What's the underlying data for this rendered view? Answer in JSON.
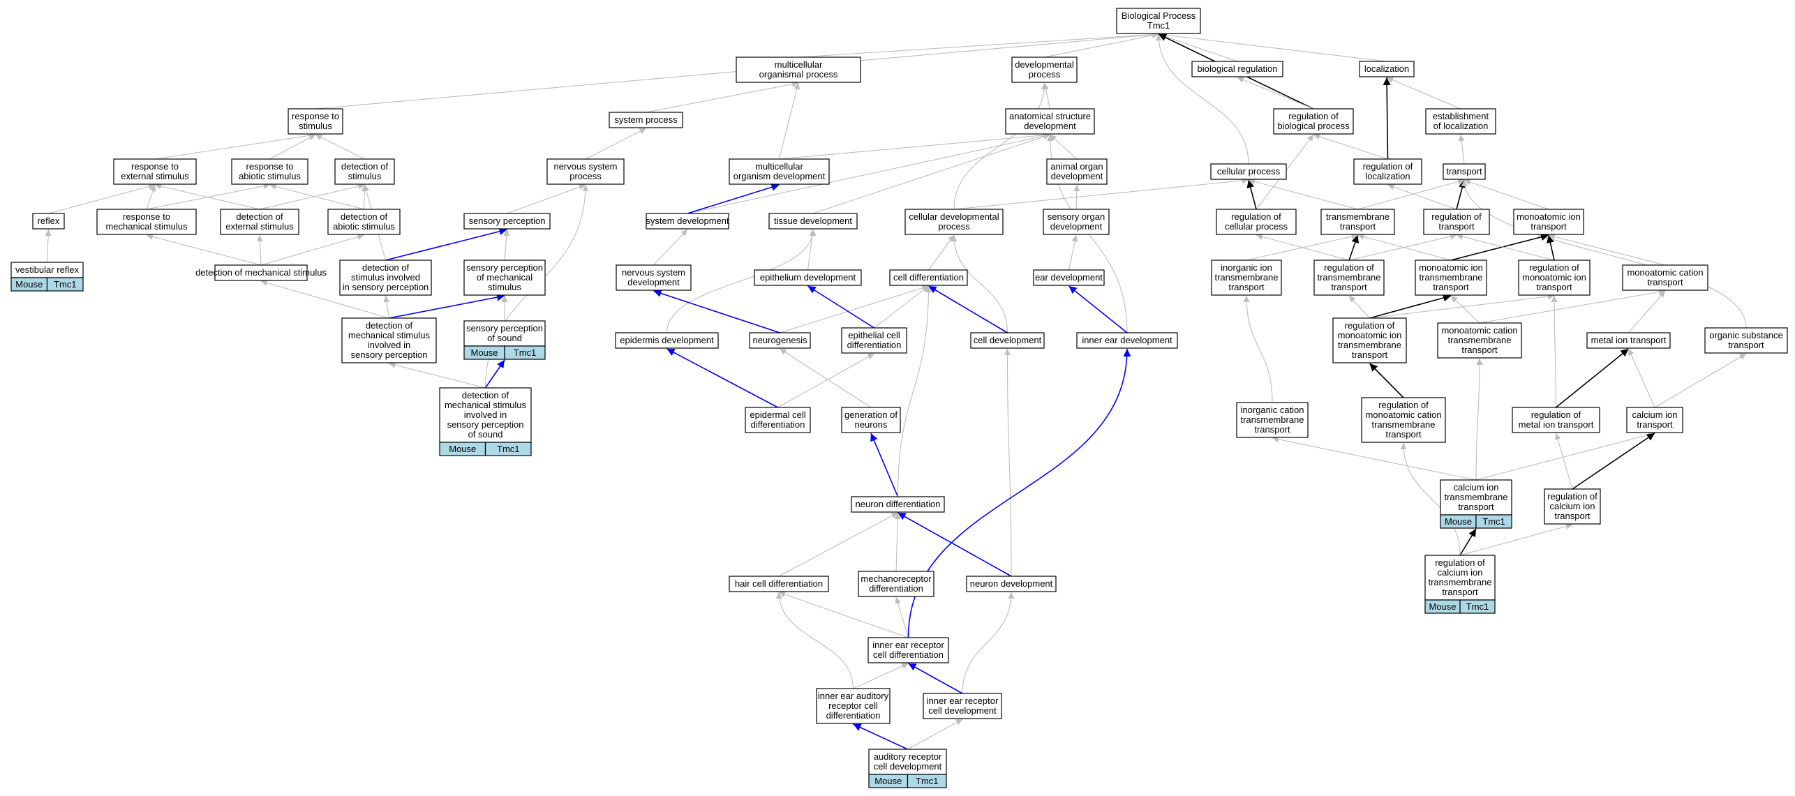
{
  "colors": {
    "background": "#ffffff",
    "node_border": "#000000",
    "node_fill": "#ffffff",
    "tag_fill": "#add8e6",
    "edge_default": "#bdbdbd",
    "edge_blue": "#0000ff",
    "edge_black": "#000000"
  },
  "nodes": {
    "bp": {
      "lines": [
        "Biological Process",
        "Tmc1"
      ]
    },
    "mop": {
      "lines": [
        "multicellular",
        "organismal process"
      ]
    },
    "devp": {
      "lines": [
        "developmental",
        "process"
      ]
    },
    "breg": {
      "lines": [
        "biological regulation"
      ]
    },
    "loc": {
      "lines": [
        "localization"
      ]
    },
    "rts": {
      "lines": [
        "response to",
        "stimulus"
      ]
    },
    "sysp": {
      "lines": [
        "system process"
      ]
    },
    "asd": {
      "lines": [
        "anatomical structure",
        "development"
      ]
    },
    "rbp": {
      "lines": [
        "regulation of",
        "biological process"
      ]
    },
    "eol": {
      "lines": [
        "establishment",
        "of localization"
      ]
    },
    "res": {
      "lines": [
        "response to",
        "external stimulus"
      ]
    },
    "ras": {
      "lines": [
        "response to",
        "abiotic stimulus"
      ]
    },
    "dos": {
      "lines": [
        "detection of",
        "stimulus"
      ]
    },
    "nsp": {
      "lines": [
        "nervous system",
        "process"
      ]
    },
    "mod": {
      "lines": [
        "multicellular",
        "organism development"
      ]
    },
    "aod": {
      "lines": [
        "animal organ",
        "development"
      ]
    },
    "cp": {
      "lines": [
        "cellular process"
      ]
    },
    "rol": {
      "lines": [
        "regulation of",
        "localization"
      ]
    },
    "tr": {
      "lines": [
        "transport"
      ]
    },
    "reflex": {
      "lines": [
        "reflex"
      ]
    },
    "rms": {
      "lines": [
        "response to",
        "mechanical stimulus"
      ]
    },
    "des": {
      "lines": [
        "detection of",
        "external stimulus"
      ]
    },
    "das": {
      "lines": [
        "detection of",
        "abiotic stimulus"
      ]
    },
    "sp": {
      "lines": [
        "sensory perception"
      ]
    },
    "sysd": {
      "lines": [
        "system development"
      ]
    },
    "td": {
      "lines": [
        "tissue development"
      ]
    },
    "cdp": {
      "lines": [
        "cellular developmental",
        "process"
      ]
    },
    "sod": {
      "lines": [
        "sensory organ",
        "development"
      ]
    },
    "rcp": {
      "lines": [
        "regulation of",
        "cellular process"
      ]
    },
    "tmt": {
      "lines": [
        "transmembrane",
        "transport"
      ]
    },
    "rot": {
      "lines": [
        "regulation of",
        "transport"
      ]
    },
    "mit": {
      "lines": [
        "monoatomic ion",
        "transport"
      ]
    },
    "vr": {
      "lines": [
        "vestibular reflex"
      ],
      "tag": [
        "Mouse",
        "Tmc1"
      ]
    },
    "dms": {
      "lines": [
        "detection of mechanical stimulus"
      ]
    },
    "dsisp": {
      "lines": [
        "detection of",
        "stimulus involved",
        "in sensory perception"
      ]
    },
    "spms": {
      "lines": [
        "sensory perception",
        "of mechanical",
        "stimulus"
      ]
    },
    "nsd": {
      "lines": [
        "nervous system",
        "development"
      ]
    },
    "epd": {
      "lines": [
        "epithelium development"
      ]
    },
    "cdiff": {
      "lines": [
        "cell differentiation"
      ]
    },
    "ed": {
      "lines": [
        "ear development"
      ]
    },
    "iitt": {
      "lines": [
        "inorganic ion",
        "transmembrane",
        "transport"
      ]
    },
    "rtmt": {
      "lines": [
        "regulation of",
        "transmembrane",
        "transport"
      ]
    },
    "mitt": {
      "lines": [
        "monoatomic ion",
        "transmembrane",
        "transport"
      ]
    },
    "romit": {
      "lines": [
        "regulation of",
        "monoatomic ion",
        "transport"
      ]
    },
    "mct": {
      "lines": [
        "monoatomic cation",
        "transport"
      ]
    },
    "dmsisp": {
      "lines": [
        "detection of",
        "mechanical stimulus",
        "involved in",
        "sensory perception"
      ]
    },
    "sps": {
      "lines": [
        "sensory perception",
        "of sound"
      ],
      "tag": [
        "Mouse",
        "Tmc1"
      ]
    },
    "epid": {
      "lines": [
        "epidermis development"
      ]
    },
    "neur": {
      "lines": [
        "neurogenesis"
      ]
    },
    "epcd": {
      "lines": [
        "epithelial cell",
        "differentiation"
      ]
    },
    "celld": {
      "lines": [
        "cell development"
      ]
    },
    "ied": {
      "lines": [
        "inner ear development"
      ]
    },
    "romitt": {
      "lines": [
        "regulation of",
        "monoatomic ion",
        "transmembrane",
        "transport"
      ]
    },
    "mctt": {
      "lines": [
        "monoatomic cation",
        "transmembrane",
        "transport"
      ]
    },
    "mitr": {
      "lines": [
        "metal ion transport"
      ]
    },
    "ost": {
      "lines": [
        "organic substance",
        "transport"
      ]
    },
    "dmsispos": {
      "lines": [
        "detection of",
        "mechanical stimulus",
        "involved in",
        "sensory perception",
        "of sound"
      ],
      "tag": [
        "Mouse",
        "Tmc1"
      ]
    },
    "edcd": {
      "lines": [
        "epidermal cell",
        "differentiation"
      ]
    },
    "gon": {
      "lines": [
        "generation of",
        "neurons"
      ]
    },
    "ictt": {
      "lines": [
        "inorganic cation",
        "transmembrane",
        "transport"
      ]
    },
    "romctt": {
      "lines": [
        "regulation of",
        "monoatomic cation",
        "transmembrane",
        "transport"
      ]
    },
    "romit2": {
      "lines": [
        "regulation of",
        "metal ion transport"
      ]
    },
    "cait": {
      "lines": [
        "calcium ion",
        "transport"
      ]
    },
    "nd": {
      "lines": [
        "neuron differentiation"
      ]
    },
    "catt": {
      "lines": [
        "calcium ion",
        "transmembrane",
        "transport"
      ],
      "tag": [
        "Mouse",
        "Tmc1"
      ]
    },
    "rocit": {
      "lines": [
        "regulation of",
        "calcium ion",
        "transport"
      ]
    },
    "rocitt": {
      "lines": [
        "regulation of",
        "calcium ion",
        "transmembrane",
        "transport"
      ],
      "tag": [
        "Mouse",
        "Tmc1"
      ]
    },
    "hcd": {
      "lines": [
        "hair cell differentiation"
      ]
    },
    "mrd": {
      "lines": [
        "mechanoreceptor",
        "differentiation"
      ]
    },
    "ndev": {
      "lines": [
        "neuron development"
      ]
    },
    "iercd": {
      "lines": [
        "inner ear receptor",
        "cell differentiation"
      ]
    },
    "iearcd": {
      "lines": [
        "inner ear auditory",
        "receptor cell",
        "differentiation"
      ]
    },
    "iercdev": {
      "lines": [
        "inner ear receptor",
        "cell development"
      ]
    },
    "arcd": {
      "lines": [
        "auditory receptor",
        "cell development"
      ],
      "tag": [
        "Mouse",
        "Tmc1"
      ]
    }
  }
}
